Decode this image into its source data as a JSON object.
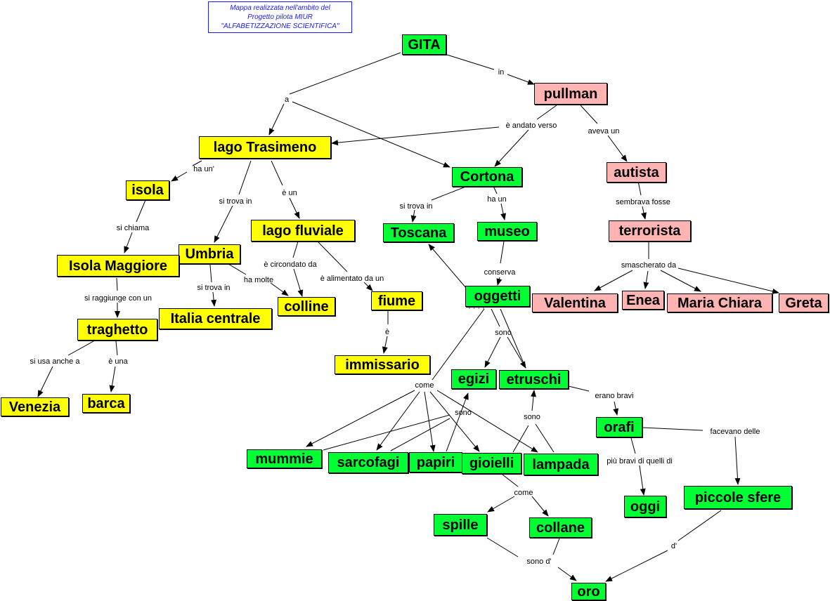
{
  "note": {
    "line1": "Mappa realizzata nell'ambito del",
    "line2": "Progetto pilota MIUR",
    "line3": "\"ALFABETIZZAZIONE SCIENTIFICA\""
  },
  "colors": {
    "yellow": "#ffff00",
    "green": "#00ff33",
    "pink": "#ffb3b3",
    "note_text": "#1a1aff"
  },
  "nodes": {
    "gita": "GITA",
    "pullman": "pullman",
    "lago_trasimeno": "lago Trasimeno",
    "cortona": "Cortona",
    "autista": "autista",
    "isola": "isola",
    "lago_fluviale": "lago fluviale",
    "toscana": "Toscana",
    "museo": "museo",
    "terrorista": "terrorista",
    "umbria": "Umbria",
    "isola_maggiore": "Isola Maggiore",
    "oggetti": "oggetti",
    "fiume": "fiume",
    "colline": "colline",
    "italia_centrale": "Italia centrale",
    "valentina": "Valentina",
    "enea": "Enea",
    "maria_chiara": "Maria Chiara",
    "greta": "Greta",
    "traghetto": "traghetto",
    "immissario": "immissario",
    "egizi": "egizi",
    "etruschi": "etruschi",
    "venezia": "Venezia",
    "barca": "barca",
    "orafi": "orafi",
    "mummie": "mummie",
    "sarcofagi": "sarcofagi",
    "papiri": "papiri",
    "gioielli": "gioielli",
    "lampada": "lampada",
    "piccole_sfere": "piccole sfere",
    "oggi": "oggi",
    "spille": "spille",
    "collane": "collane",
    "oro": "oro"
  },
  "links": {
    "a": "a",
    "in": "in",
    "e_andato_verso": "è andato verso",
    "aveva_un": "aveva un",
    "ha_un_apos": "ha un'",
    "si_trova_in_1": "si trova in",
    "e_un": "è un",
    "si_trova_in_2": "si trova in",
    "ha_un": "ha un",
    "sembrava_fosse": "sembrava fosse",
    "si_chiama": "si chiama",
    "e_circondato_da": "è circondato da",
    "e_alimentato_da_un": "è alimentato da un",
    "conserva": "conserva",
    "smascherato_da": "smascherato da",
    "ha_molte": "ha molte",
    "si_trova_in_3": "si trova in",
    "si_raggiunge_con_un": "si raggiunge con un",
    "e_grave": "è",
    "sono_1": "sono",
    "si_usa_anche_a": "si usa anche a",
    "e_una": "è una",
    "come_1": "come",
    "erano_bravi": "erano bravi",
    "sono_2": "sono",
    "sono_3": "sono",
    "facevano_delle": "facevano delle",
    "piu_bravi": "più bravi di quelli di",
    "come_2": "come",
    "d_apos": "d'",
    "sono_d_apos": "sono d'"
  }
}
